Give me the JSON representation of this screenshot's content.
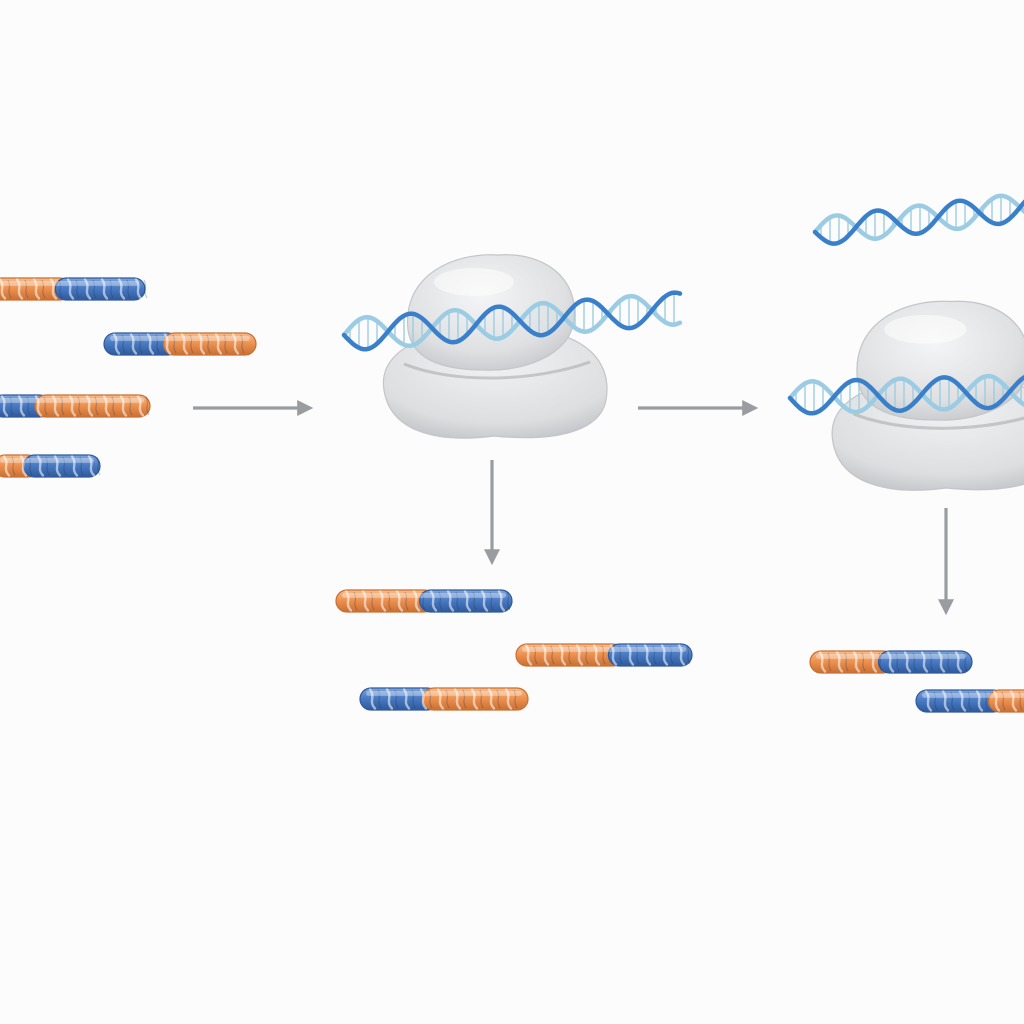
{
  "colors": {
    "background": "#fcfcfc",
    "segment_blue": "#4a7bc4",
    "segment_orange": "#ee9352",
    "dna_dark": "#3a7fc9",
    "dna_light": "#9bcce3",
    "complex_body": "#e1e2e4",
    "arrow": "#9a9c9f"
  },
  "diagram": {
    "stages": [
      {
        "id": "input-fragments",
        "fragments": [
          {
            "pattern": "orange-blue",
            "split": 0.45
          },
          {
            "pattern": "blue-orange",
            "split": 0.42
          },
          {
            "pattern": "blue-orange",
            "split": 0.3
          },
          {
            "pattern": "orange-blue",
            "split": 0.32
          }
        ]
      },
      {
        "id": "first-complex",
        "bound_dna": 1,
        "released_fragments": [
          {
            "pattern": "orange-blue",
            "split": 0.5
          },
          {
            "pattern": "orange-blue",
            "split": 0.55
          },
          {
            "pattern": "blue-orange",
            "split": 0.4
          }
        ]
      },
      {
        "id": "second-complex",
        "bound_dna": 1,
        "free_dna": 1,
        "released_fragments": [
          {
            "pattern": "orange-blue",
            "split": 0.45
          },
          {
            "pattern": "blue-orange",
            "split": 0.55
          }
        ]
      }
    ],
    "arrows": [
      {
        "from": "input-fragments",
        "to": "first-complex",
        "direction": "right"
      },
      {
        "from": "first-complex",
        "to": "first-release",
        "direction": "down"
      },
      {
        "from": "first-complex",
        "to": "second-complex",
        "direction": "right"
      },
      {
        "from": "second-complex",
        "to": "second-release",
        "direction": "down"
      }
    ]
  }
}
